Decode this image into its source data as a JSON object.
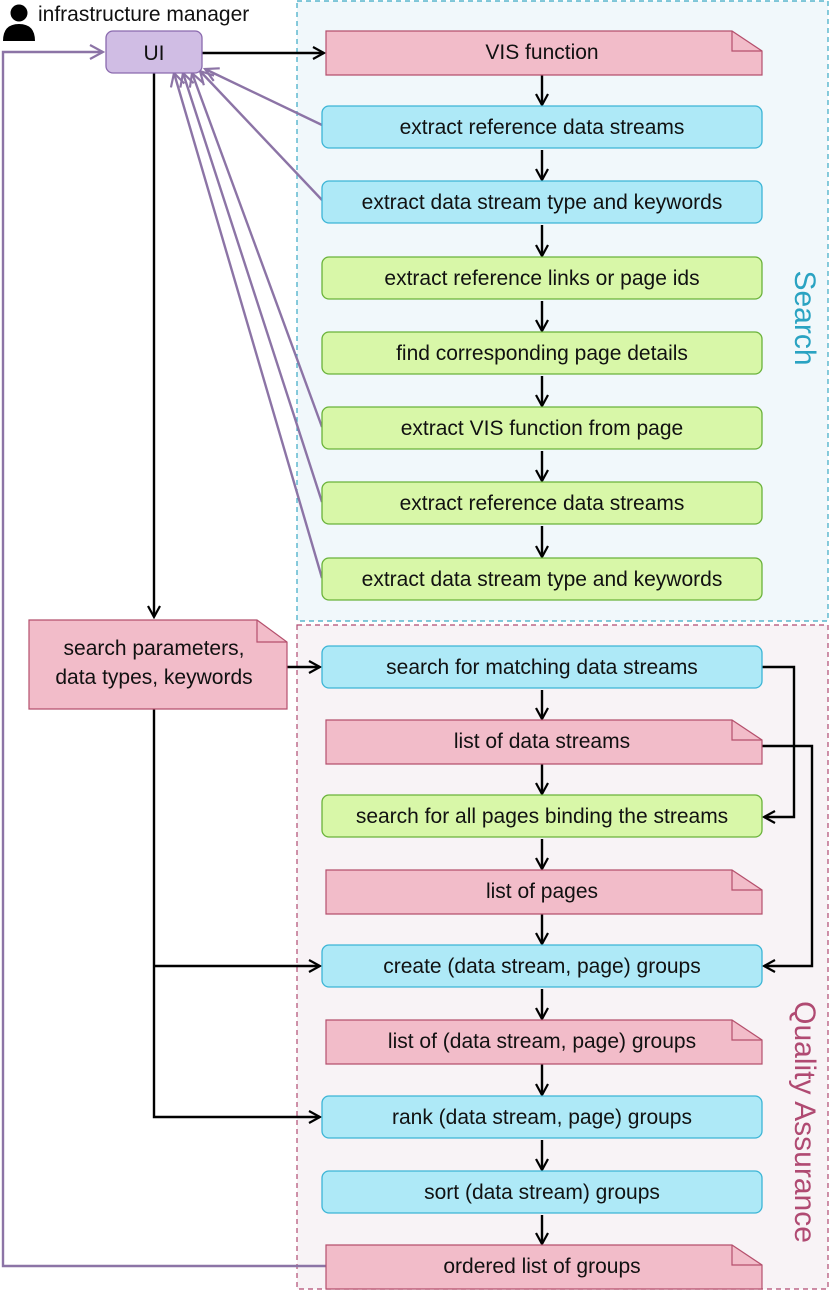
{
  "actor": {
    "label": "infrastructure manager",
    "icon": "person-icon"
  },
  "regions": {
    "search": {
      "label": "Search",
      "color": "#2aa3c2"
    },
    "quality": {
      "label": "Quality Assurance",
      "color": "#b04a72"
    }
  },
  "ui": {
    "label": "UI"
  },
  "input_doc": {
    "line1": "search parameters,",
    "line2": "data types, keywords"
  },
  "search_steps": [
    {
      "label": "VIS function",
      "kind": "doc"
    },
    {
      "label": "extract reference data streams",
      "kind": "cyan"
    },
    {
      "label": "extract data stream type and keywords",
      "kind": "cyan"
    },
    {
      "label": "extract reference links or page ids",
      "kind": "green"
    },
    {
      "label": "find corresponding page details",
      "kind": "green"
    },
    {
      "label": "extract VIS function from page",
      "kind": "green"
    },
    {
      "label": "extract reference data streams",
      "kind": "green"
    },
    {
      "label": "extract data stream type and keywords",
      "kind": "green"
    }
  ],
  "qa_steps": [
    {
      "label": "search for matching data streams",
      "kind": "cyan"
    },
    {
      "label": "list of data streams",
      "kind": "doc"
    },
    {
      "label": "search for all pages binding the streams",
      "kind": "green"
    },
    {
      "label": "list of pages",
      "kind": "doc"
    },
    {
      "label": "create (data stream, page) groups",
      "kind": "cyan"
    },
    {
      "label": "list of (data stream, page) groups",
      "kind": "doc"
    },
    {
      "label": "rank (data stream, page) groups",
      "kind": "cyan"
    },
    {
      "label": "sort (data stream) groups",
      "kind": "cyan"
    },
    {
      "label": "ordered list of groups",
      "kind": "doc"
    }
  ],
  "colors": {
    "cyan_fill": "#aee9f7",
    "cyan_stroke": "#3cb5d6",
    "green_fill": "#d8f7a8",
    "green_stroke": "#6ab33a",
    "doc_fill": "#f2bcc9",
    "doc_stroke": "#b5506d",
    "ui_fill": "#d0bde4",
    "ui_stroke": "#8a6aae",
    "feedback": "#8c74a6"
  }
}
